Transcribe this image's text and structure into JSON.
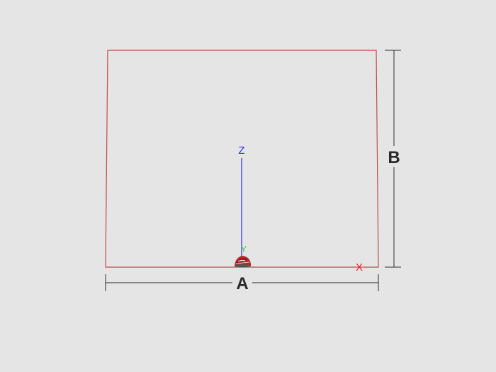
{
  "viewport": {
    "background": "#e5e5e5",
    "frame_color": "#c44b4b"
  },
  "dimensions": {
    "width_label": "A",
    "height_label": "B",
    "line_color": "#2a2a2a"
  },
  "axes": {
    "x_label": "X",
    "y_label": "Y",
    "z_label": "Z",
    "x_color": "#e8202a",
    "y_color": "#3bd43b",
    "z_color": "#2a2af0"
  },
  "origin_marker": {
    "icon": "helmet-icon",
    "color": "#c0282e"
  }
}
